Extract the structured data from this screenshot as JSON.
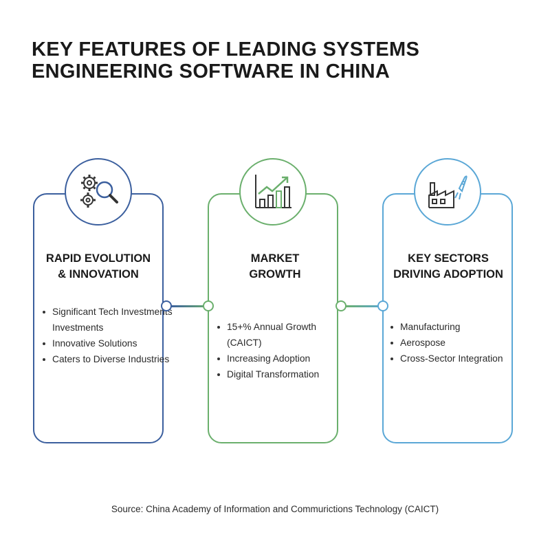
{
  "title": {
    "line1": "KEY FEATURES OF LEADING SYSTEMS",
    "line2": "ENGINEERING SOFTWARE IN CHINA"
  },
  "columns": [
    {
      "icon": "gears-magnifier-icon",
      "color": "#3b5f9e",
      "title_line1": "RAPID EVOLUTION",
      "title_line2": "& INNOVATION",
      "bullets": [
        "Significant Tech Investments Investments",
        "Innovative Solutions",
        "Caters to Diverse Industries"
      ]
    },
    {
      "icon": "growth-chart-icon",
      "color": "#6aaf6c",
      "title_line1": "MARKET",
      "title_line2": "GROWTH",
      "bullets": [
        "15+% Annual Growth (CAICT)",
        "Increasing Adoption",
        "Digital Transformation"
      ]
    },
    {
      "icon": "factory-rocket-icon",
      "color": "#5aa7d6",
      "title_line1": "KEY SECTORS",
      "title_line2": "DRIVING ADOPTION",
      "bullets": [
        "Manufacturing",
        "Aerospose",
        "Cross-Sector Integration"
      ]
    }
  ],
  "source": "Source: China Academy of Information and Commurictions Technology (CAICT)"
}
